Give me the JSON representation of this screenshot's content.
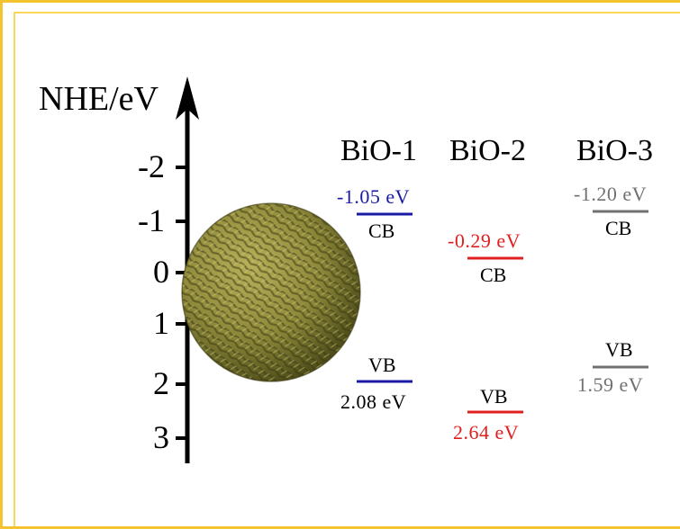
{
  "axis": {
    "title": "NHE/eV",
    "ticks": [
      "-2",
      "-1",
      "0",
      "1",
      "2",
      "3"
    ]
  },
  "columns": [
    {
      "title": "BiO-1",
      "cb_value": "-1.05 eV",
      "cb_label": "CB",
      "vb_label": "VB",
      "vb_value": "2.08 eV",
      "color": "#1a1aa6",
      "cb_color": "#1a1aa6",
      "vb_color": "#000000"
    },
    {
      "title": "BiO-2",
      "cb_value": "-0.29 eV",
      "cb_label": "CB",
      "vb_label": "VB",
      "vb_value": "2.64 eV",
      "color": "#e02020",
      "cb_color": "#e02020",
      "vb_color": "#e02020"
    },
    {
      "title": "BiO-3",
      "cb_value": "-1.20 eV",
      "cb_label": "CB",
      "vb_label": "VB",
      "vb_value": "1.59 eV",
      "color": "#707070",
      "cb_color": "#707070",
      "vb_color": "#707070"
    }
  ],
  "colors": {
    "frame": "#f4c430",
    "sphere_base": "#8f8a3a",
    "sphere_dark": "#4a4a18"
  }
}
